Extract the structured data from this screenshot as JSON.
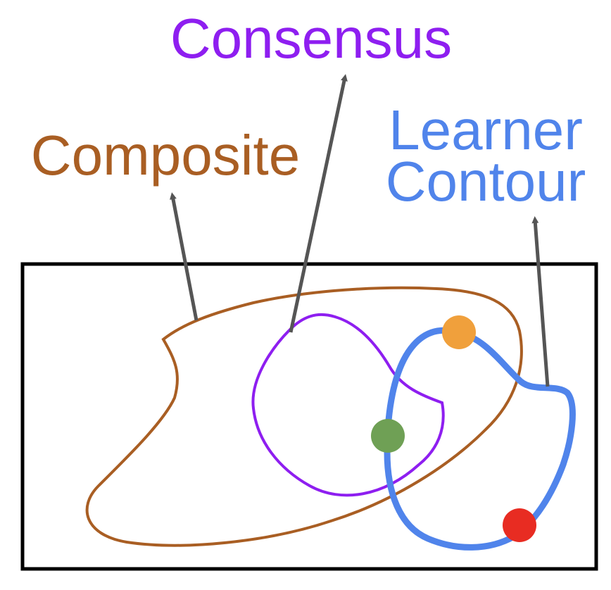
{
  "labels": {
    "consensus": "Consensus",
    "composite": "Composite",
    "learner_line1": "Learner",
    "learner_line2": "Contour"
  },
  "colors": {
    "consensus": "#8E1EF0",
    "composite": "#A95E23",
    "learner": "#5084EB",
    "arrow": "#555555",
    "frame": "#000000",
    "dot_orange": "#F0A03C",
    "dot_green": "#6FA055",
    "dot_red": "#E82C22"
  }
}
